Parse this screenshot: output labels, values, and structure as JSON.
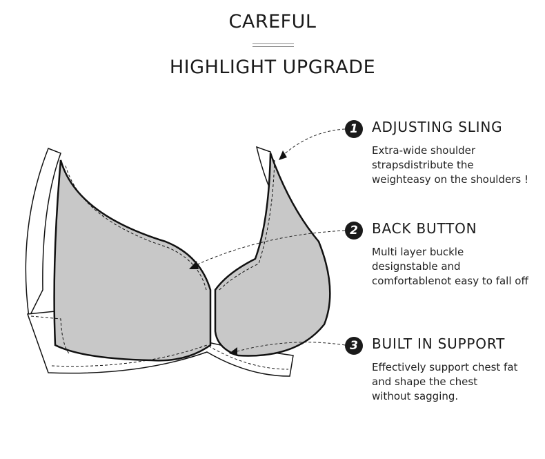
{
  "header": {
    "title": "CAREFUL",
    "subtitle": "HIGHLIGHT UPGRADE"
  },
  "features": [
    {
      "number": "1",
      "title": "ADJUSTING SLING",
      "lines": [
        "Extra-wide shoulder",
        "strapsdistribute the",
        "weighteasy on the shoulders !"
      ]
    },
    {
      "number": "2",
      "title": "BACK BUTTON",
      "lines": [
        "Multi layer buckle",
        "designstable and",
        "comfortablenot easy to fall off"
      ]
    },
    {
      "number": "3",
      "title": "BUILT IN SUPPORT",
      "lines": [
        "Effectively support chest fat",
        "and shape the chest",
        "without sagging."
      ]
    }
  ],
  "colors": {
    "cup_fill": "#c8c8c8",
    "text": "#1a1a1a"
  }
}
